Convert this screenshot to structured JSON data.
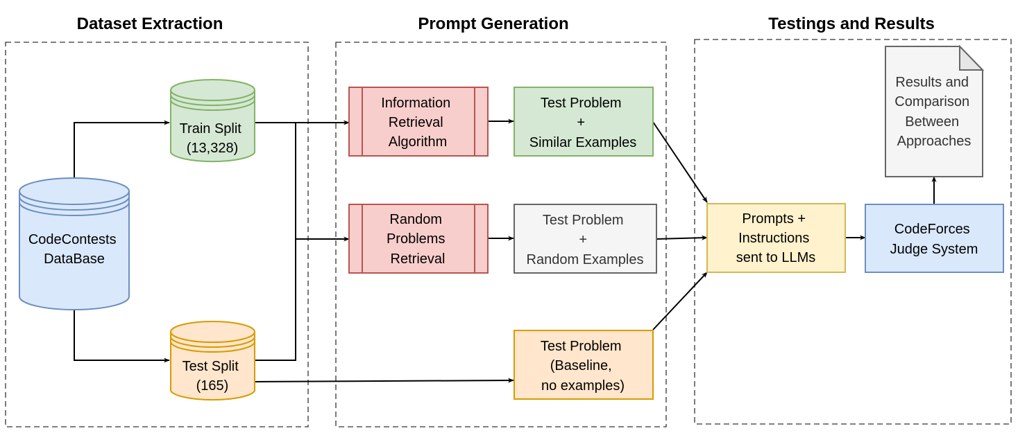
{
  "sections": {
    "dataset_extraction": "Dataset Extraction",
    "prompt_generation": "Prompt Generation",
    "testings_results": "Testings and Results"
  },
  "nodes": {
    "database": [
      "CodeContests",
      "DataBase"
    ],
    "train_split": [
      "Train Split",
      "(13,328)"
    ],
    "test_split": [
      "Test Split",
      "(165)"
    ],
    "ir_algorithm": [
      "Information",
      "Retrieval",
      "Algorithm"
    ],
    "random_retrieval": [
      "Random",
      "Problems",
      "Retrieval"
    ],
    "similar_examples": [
      "Test Problem",
      "+",
      "Similar Examples"
    ],
    "random_examples": [
      "Test Problem",
      "+",
      "Random Examples"
    ],
    "baseline": [
      "Test Problem",
      "(Baseline,",
      "no examples)"
    ],
    "prompts": [
      "Prompts +",
      "Instructions",
      "sent to LLMs"
    ],
    "judge": [
      "CodeForces",
      "Judge System"
    ],
    "results": [
      "Results and",
      "Comparison",
      "Between",
      "Approaches"
    ]
  },
  "colors": {
    "blue_fill": "#dae8fc",
    "blue_stroke": "#6c8ebf",
    "green_fill": "#d5e8d4",
    "green_stroke": "#82b366",
    "orange_fill": "#ffe6cc",
    "orange_stroke": "#d79b00",
    "red_fill": "#f8cecc",
    "red_stroke": "#b85450",
    "gray_fill": "#f5f5f5",
    "gray_stroke": "#666666",
    "yellow_fill": "#fff2cc",
    "yellow_stroke": "#d6b656"
  }
}
